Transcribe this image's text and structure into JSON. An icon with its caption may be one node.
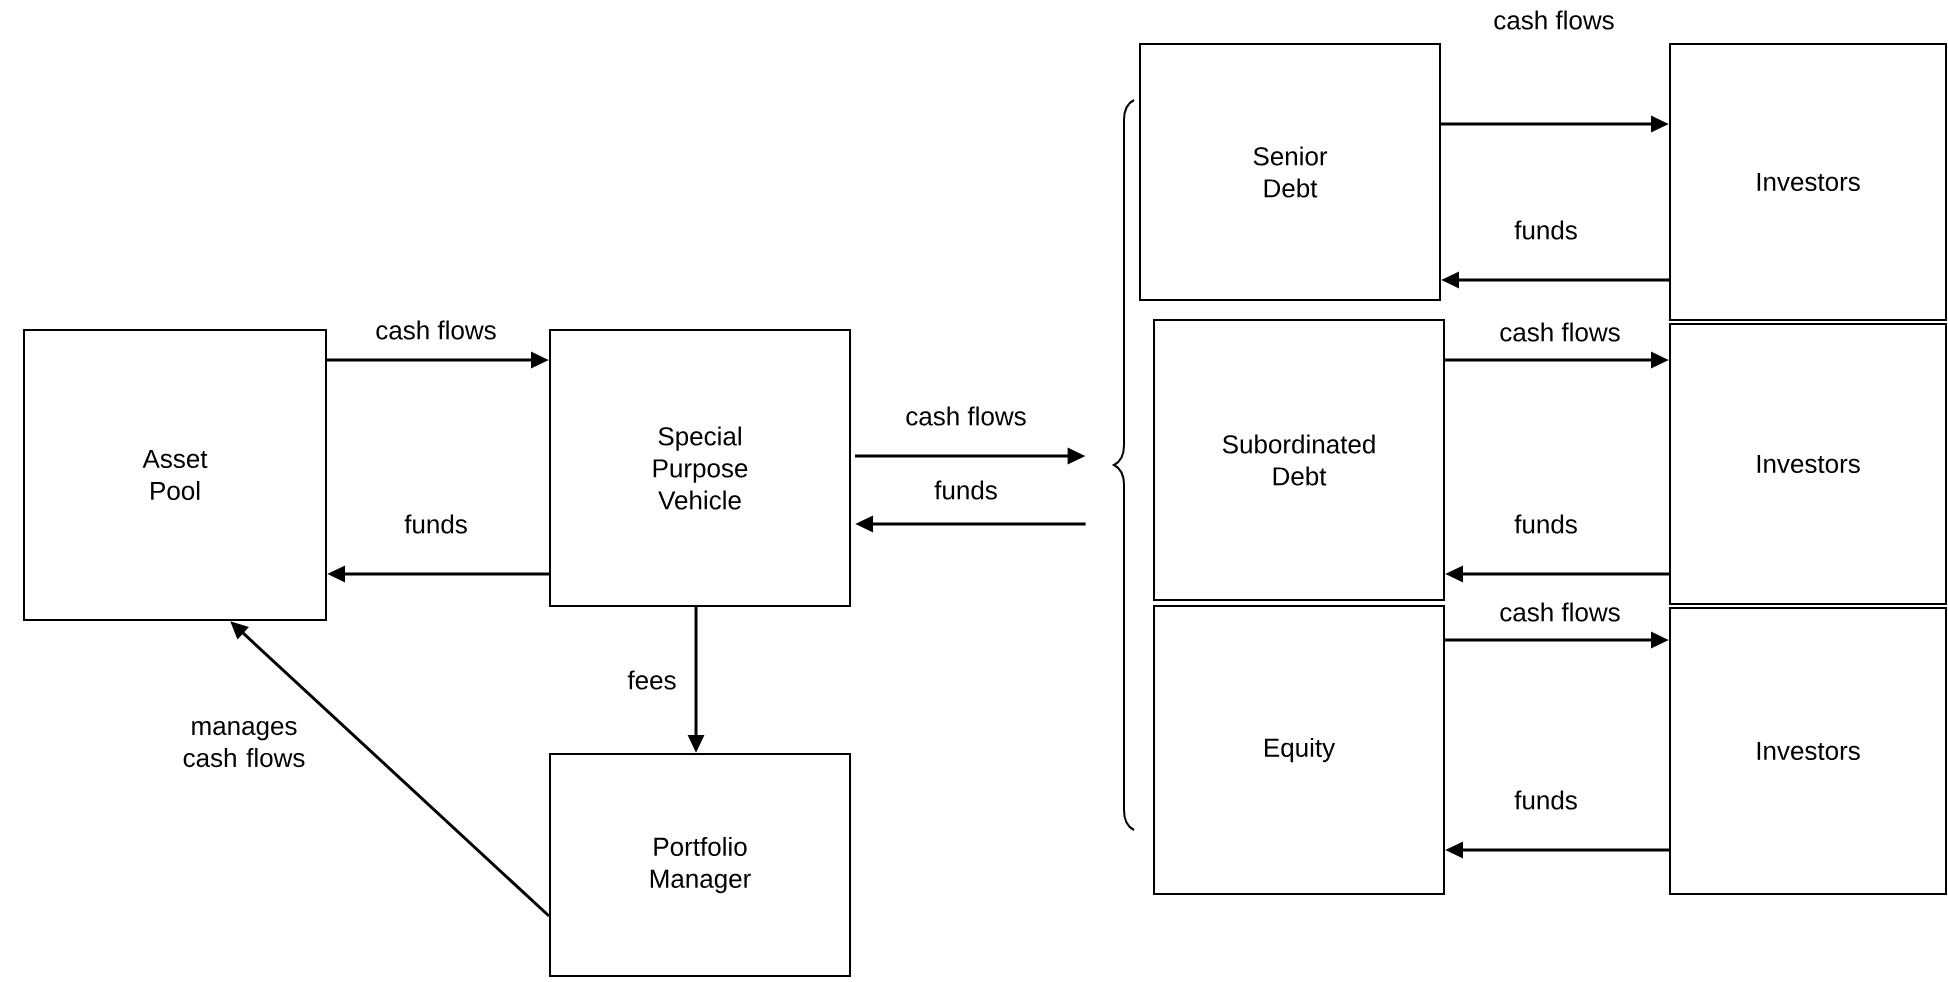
{
  "diagram": {
    "nodes": [
      {
        "text": [
          "Asset Pool"
        ]
      },
      {
        "text": [
          "Special Purpose Vehicle"
        ]
      },
      {
        "text": [
          "Portfolio Manager"
        ]
      },
      {
        "text": [],
        "shape": "brace"
      },
      {
        "text": [
          "Senior Debt"
        ]
      },
      {
        "text": [
          "Investors"
        ]
      },
      {
        "text": [
          "Subordinated Debt"
        ]
      },
      {
        "text": [
          "Investors"
        ]
      },
      {
        "text": [
          "Equity"
        ]
      },
      {
        "text": [
          "Investors"
        ]
      }
    ],
    "edges": [
      {
        "from": 0,
        "to": 1,
        "arrow": "to",
        "label": "cash flows"
      },
      {
        "from": 1,
        "to": 0,
        "arrow": "to",
        "label": "funds"
      },
      {
        "from": 1,
        "to": 3,
        "arrow": "to",
        "label": "cash flows"
      },
      {
        "from": 3,
        "to": 1,
        "arrow": "to",
        "label": "funds"
      },
      {
        "from": 1,
        "to": 2,
        "arrow": "to",
        "label": "fees"
      },
      {
        "from": 2,
        "to": 0,
        "arrow": "to",
        "label": "manages cash flows"
      },
      {
        "from": 4,
        "to": 5,
        "arrow": "to",
        "label": "cash flows"
      },
      {
        "from": 5,
        "to": 4,
        "arrow": "to",
        "label": "funds"
      },
      {
        "from": 6,
        "to": 7,
        "arrow": "to",
        "label": "cash flows"
      },
      {
        "from": 7,
        "to": 6,
        "arrow": "to",
        "label": "funds"
      },
      {
        "from": 8,
        "to": 9,
        "arrow": "to",
        "label": "cash flows"
      },
      {
        "from": 9,
        "to": 8,
        "arrow": "to",
        "label": "funds"
      }
    ]
  }
}
